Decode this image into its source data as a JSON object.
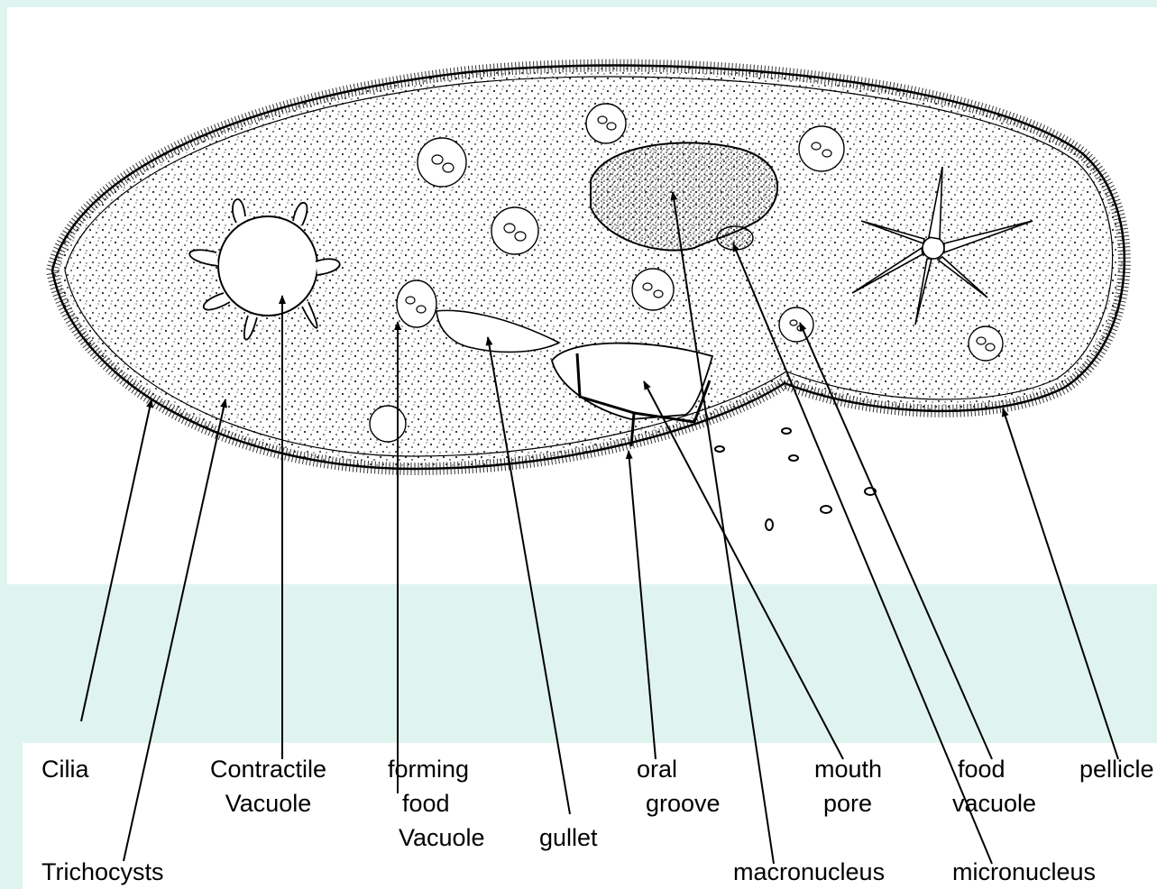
{
  "labels": {
    "cilia": "Cilia",
    "contractile_vacuole": [
      "Contractile",
      "Vacuole"
    ],
    "forming_food_vacuole": [
      "forming",
      "food",
      "Vacuole"
    ],
    "gullet": "gullet",
    "oral_groove": [
      "oral",
      "groove"
    ],
    "mouth_pore": [
      "mouth",
      "pore"
    ],
    "food_vacuole": [
      "food",
      "vacuole"
    ],
    "pellicle": "pellicle",
    "trichocysts": "Trichocysts",
    "macronucleus": "macronucleus",
    "micronucleus": "micronucleus"
  },
  "colors": {
    "background_panel": "#dff4ef",
    "drawing_area": "#ffffff",
    "ink": "#000000"
  }
}
